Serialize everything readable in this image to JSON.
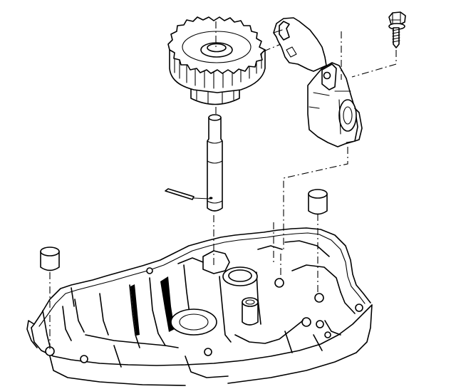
{
  "diagram": {
    "kind": "exploded assembly illustration",
    "labels": [],
    "parts": [
      {
        "id": "gear",
        "name": "gear"
      },
      {
        "id": "shaft",
        "name": "shaft"
      },
      {
        "id": "pin",
        "name": "pin"
      },
      {
        "id": "bracket",
        "name": "bracket"
      },
      {
        "id": "bolt",
        "name": "bolt"
      },
      {
        "id": "dowel-left",
        "name": "dowel"
      },
      {
        "id": "dowel-right",
        "name": "dowel"
      },
      {
        "id": "housing",
        "name": "housing"
      }
    ],
    "line_color": "#000000",
    "background": "#ffffff"
  }
}
